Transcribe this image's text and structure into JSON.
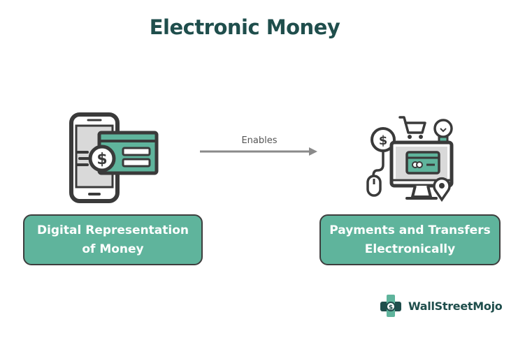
{
  "title": "Electronic Money",
  "arrow_label": "Enables",
  "left_box": {
    "line1": "Digital Representation",
    "line2": "of Money"
  },
  "right_box": {
    "line1": "Payments and Transfers",
    "line2": "Electronically"
  },
  "left_icon": "phone-cash-transfer-icon",
  "right_icon": "computer-payment-icon",
  "logo": {
    "text": "WallStreetMojo",
    "icon": "wallstreetmojo-logo-icon"
  },
  "colors": {
    "title": "#1f4e4c",
    "box_fill": "#5fb49c",
    "box_border": "#3e3e3e",
    "box_text": "#ffffff",
    "arrow": "#8a8a8a",
    "arrow_label": "#555555",
    "icon_stroke": "#3a3a3a",
    "icon_accent": "#5fb49c"
  }
}
